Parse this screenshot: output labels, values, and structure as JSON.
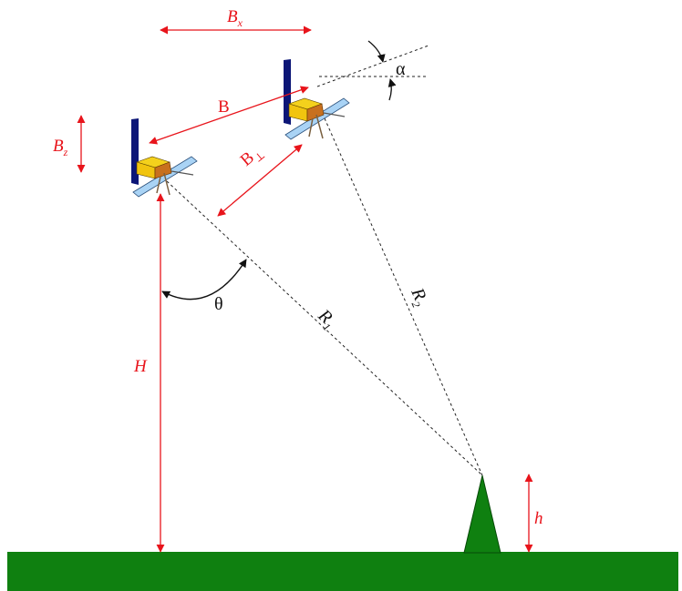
{
  "labels": {
    "bx": "B",
    "bx_sub": "x",
    "b": "B",
    "bperp": "B",
    "bperp_sub": "⊥",
    "bz": "B",
    "bz_sub": "z",
    "alpha": "α",
    "theta": "θ",
    "r1": "R",
    "r1_sub": "1",
    "r2": "R",
    "r2_sub": "2",
    "H": "H",
    "h": "h"
  },
  "colors": {
    "annotation": "#e8141b",
    "ground": "#0f8010",
    "solar_panel": "#a9d3f5",
    "antenna": "#0c1677",
    "satellite_body": "#f4d11c",
    "satellite_box": "#c8701e"
  },
  "icons": [
    "satellite-icon",
    "mountain-icon"
  ]
}
